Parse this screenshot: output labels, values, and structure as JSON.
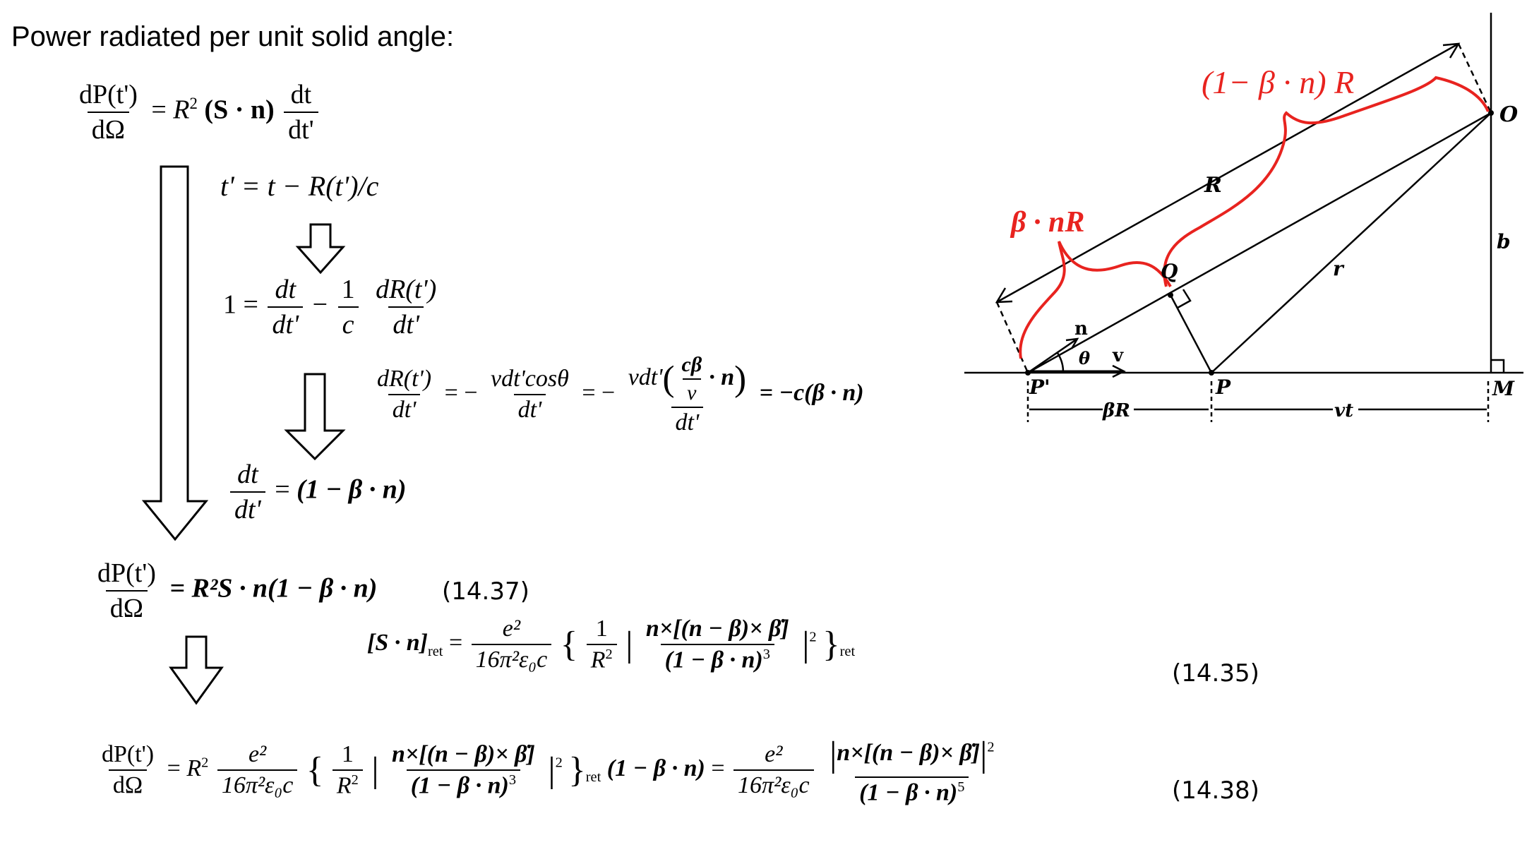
{
  "heading": "Power radiated per unit solid angle:",
  "equation_numbers": {
    "eq1437": "(14.37)",
    "eq1435": "(14.35)",
    "eq1438": "(14.38)"
  },
  "math": {
    "dP_tp": "dP(t')",
    "dOmega": "dΩ",
    "dt": "dt",
    "dtp": "dt'",
    "R2": "R",
    "sup2": "2",
    "sup3": "3",
    "sup5": "5",
    "S_dot_n": "(S · n)",
    "retarded_time": "t' = t − R(t')/c",
    "one": "1 =",
    "one_num": "1",
    "c": "c",
    "dR_tp": "dR(t')",
    "v_dtp_cos": "vdt'cosθ",
    "v_dtp": "vdt'",
    "c_beta": "cβ",
    "v": "v",
    "dot_n": "· n",
    "minus_c_beta_n": "= −c(β · n)",
    "one_minus_beta_n": "(1 − β · n)",
    "eq1437_rhs": "= R²S · n(1 − β · n)",
    "S_n_ret": "[S · n]",
    "ret": "ret",
    "e2": "e²",
    "denominator_const": "16π²ε₀c",
    "n_cross": "n×[(n − β)× β̇]"
  },
  "diagram": {
    "labels": {
      "O": "O",
      "b": "b",
      "M": "M",
      "P": "P",
      "P_prime": "P'",
      "Q": "Q",
      "R": "R",
      "r": "r",
      "n": "n",
      "v": "v",
      "theta": "θ",
      "beta_R": "βR",
      "vt": "vt",
      "red_top": "(1− β · n) R",
      "red_left": "β · nR"
    },
    "colors": {
      "accent": "#e8231f",
      "ink": "#000000"
    }
  }
}
